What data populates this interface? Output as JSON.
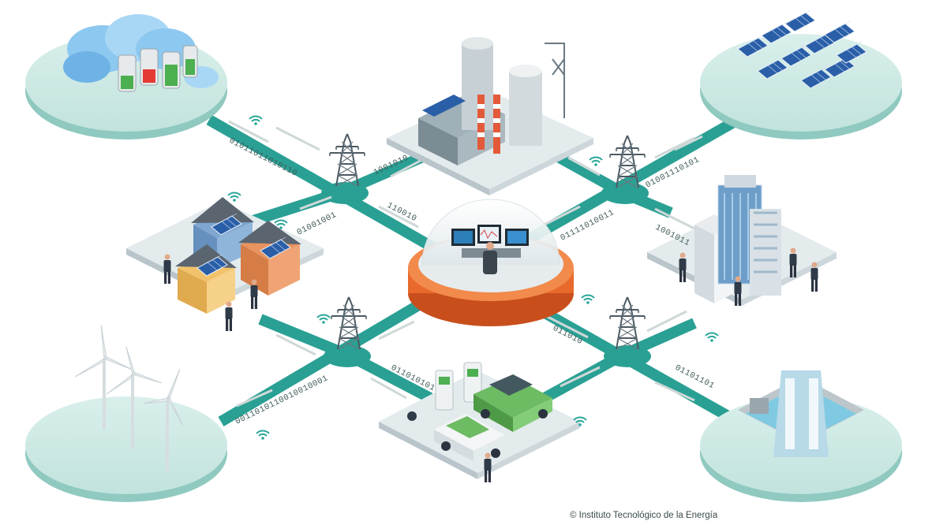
{
  "binary_labels": {
    "nw_upper": "01011011010110",
    "nw_inner": "1001010",
    "nw_center": "110010",
    "w_houses": "01001001",
    "ne_upper": "01001110101",
    "ne_inner": "01111010011",
    "e_offices": "1001011",
    "sw_lower": "0011010110010010001",
    "s_center": "011010101",
    "se_center": "011010",
    "se_lower": "01101101"
  },
  "credit": "© Instituto Tecnológico de la Energía",
  "colors": {
    "teal_road": "#2a9d8f",
    "platform": "#c9e6e1",
    "platform_edge": "#7fc2b9",
    "dome_orange": "#e8692b",
    "panel_blue": "#2a5fa8",
    "house_blue": "#7ea6cf",
    "house_orange": "#e9935f",
    "house_yellow": "#f2c26b",
    "car_green": "#6dbb63",
    "water": "#7fc9e3",
    "battery_green": "#4caf50"
  },
  "icons": [
    "wifi-icon",
    "transmission-tower-icon",
    "monitor-icon",
    "solar-panel-icon",
    "wind-turbine-icon",
    "charging-station-icon",
    "battery-icon",
    "cloud-icon",
    "factory-icon",
    "dam-icon",
    "office-building-icon",
    "house-icon",
    "person-icon",
    "car-icon"
  ]
}
